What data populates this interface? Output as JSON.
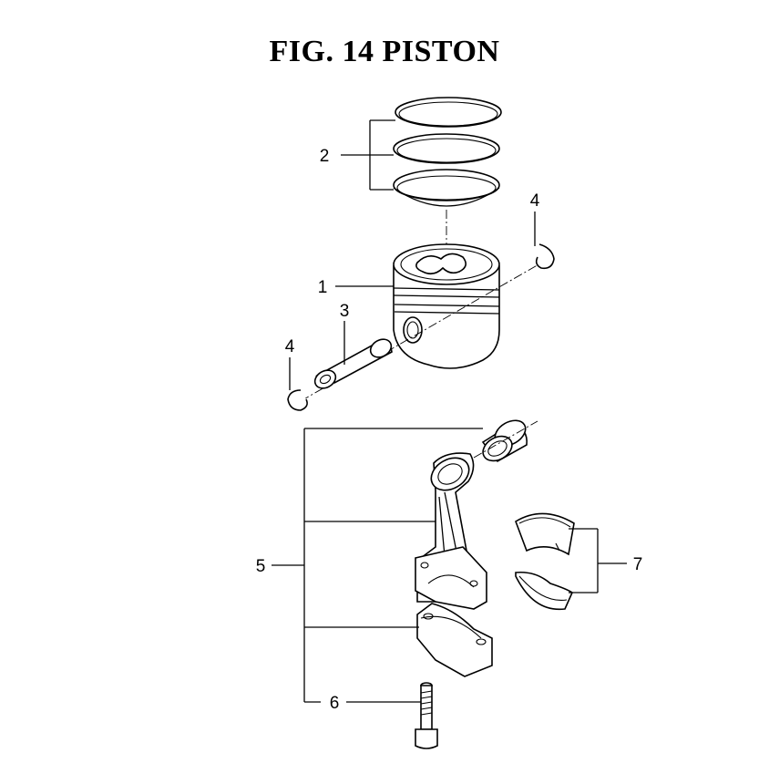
{
  "title": "FIG. 14  PISTON",
  "callouts": [
    {
      "id": "1",
      "label": "1"
    },
    {
      "id": "2",
      "label": "2"
    },
    {
      "id": "3",
      "label": "3"
    },
    {
      "id": "4a",
      "label": "4"
    },
    {
      "id": "4b",
      "label": "4"
    },
    {
      "id": "5",
      "label": "5"
    },
    {
      "id": "6",
      "label": "6"
    },
    {
      "id": "7",
      "label": "7"
    }
  ]
}
